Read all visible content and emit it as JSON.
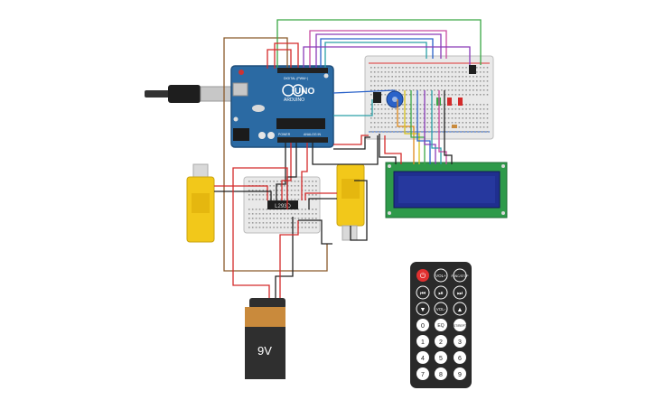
{
  "arduino": {
    "brand": "ARDUINO",
    "model": "UNO",
    "digital_header": "DIGITAL (PWM~)",
    "analog_header": "ANALOG IN",
    "power_header": "POWER",
    "colors": {
      "board": "#2b6aa3",
      "board_edge": "#1f4f7c",
      "header": "#222222"
    }
  },
  "driver_ic": {
    "label": "L293D"
  },
  "battery": {
    "label": "9V",
    "colors": {
      "body": "#2f2f2f",
      "band": "#c98a3c"
    }
  },
  "lcd": {
    "colors": {
      "pcb": "#2e9a4a",
      "screen": "#1f2f8f"
    }
  },
  "remote": {
    "colors": {
      "body": "#2a2a2a",
      "power": "#e03030",
      "button": "#ffffff"
    },
    "buttons": {
      "power": "⏻",
      "vol_up": "VOL+",
      "func_stop": "FUNC/STOP",
      "rewind": "⏮",
      "play_pause": "⏯",
      "fast_forward": "⏭",
      "down": "▼",
      "vol_down": "VOL-",
      "up": "▲",
      "zero": "0",
      "eq": "EQ",
      "st_rept": "ST/REPT",
      "one": "1",
      "two": "2",
      "three": "3",
      "four": "4",
      "five": "5",
      "six": "6",
      "seven": "7",
      "eight": "8",
      "nine": "9"
    }
  },
  "motors": {
    "colors": {
      "body": "#f2c81a",
      "shaft": "#d9d9d9"
    }
  },
  "wires": {
    "colors": {
      "red": "#d42a2a",
      "black": "#222222",
      "green": "#3aa845",
      "blue": "#2a62c9",
      "purple": "#8a3bb8",
      "orange": "#e08a1e",
      "brown": "#8a5a2b",
      "teal": "#2aa0a8",
      "yellow": "#d8c21a",
      "pink": "#c84aa0"
    }
  }
}
